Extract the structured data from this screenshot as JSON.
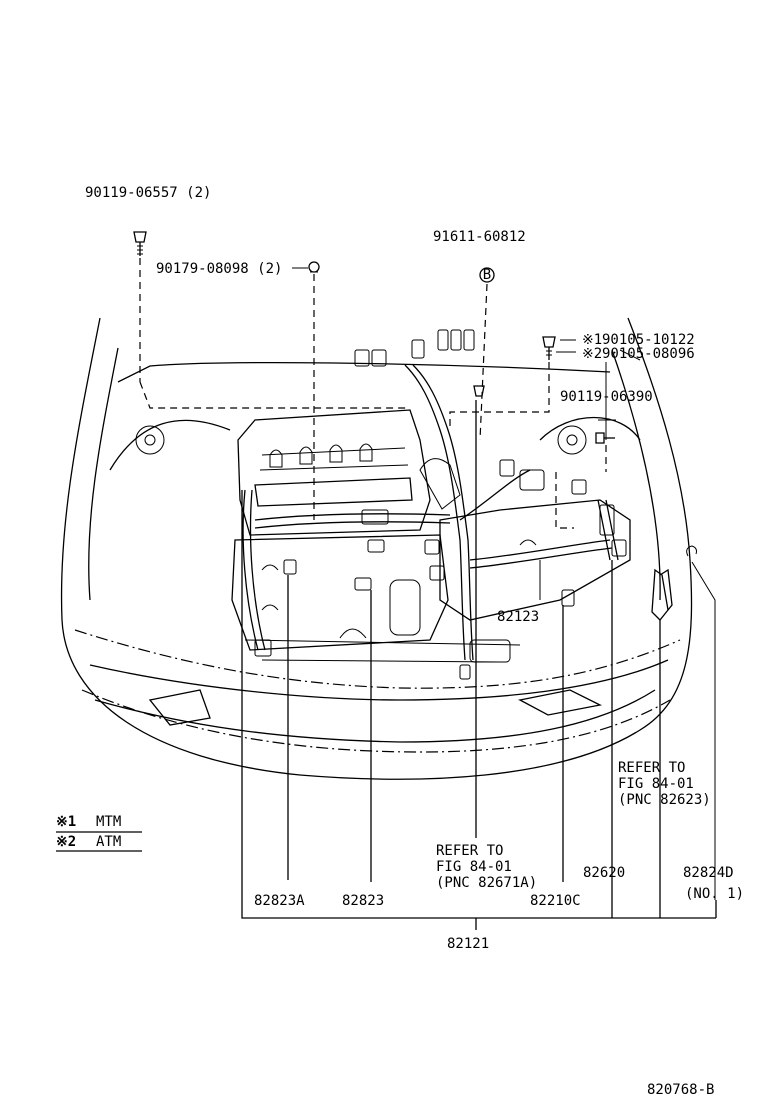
{
  "parts": {
    "bolt_top_left": "90119-06557 (2)",
    "clip_top_left": "90179-08098 (2)",
    "bolt_center": "91611-60812",
    "bolt_center_marker": "B",
    "mark1": "※1",
    "mark2": "※2",
    "bolt_right_1": "90105-10122",
    "bolt_right_2": "90105-08096",
    "bolt_right_3": "90119-06390",
    "part_82123": "82123",
    "part_82823A": "82823A",
    "part_82823": "82823",
    "part_82210C": "82210C",
    "part_82620": "82620",
    "part_82824D": "82824D",
    "part_82824D_sub": "(NO. 1)",
    "part_82121": "82121"
  },
  "refs": {
    "center_line1": "REFER TO",
    "center_line2": "FIG 84-01",
    "center_line3": "(PNC 82671A)",
    "right_line1": "REFER TO",
    "right_line2": "FIG 84-01",
    "right_line3": "(PNC 82623)"
  },
  "legend": {
    "mark1": "※1",
    "label1": "MTM",
    "mark2": "※2",
    "label2": "ATM"
  },
  "figure_id": "820768-B"
}
